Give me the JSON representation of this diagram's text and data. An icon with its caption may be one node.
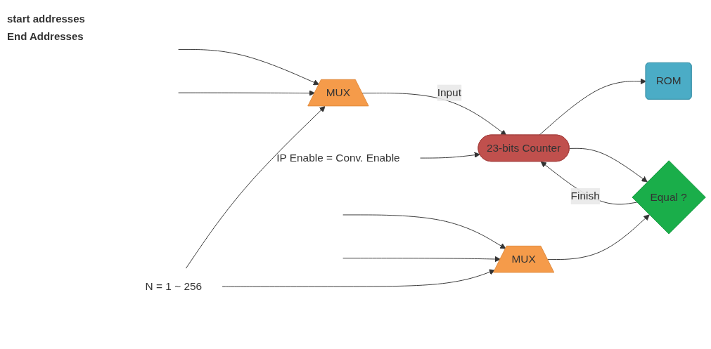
{
  "diagram": {
    "nodes": [
      {
        "text": [
          "MUX"
        ]
      },
      {
        "text": [
          "IP Enable = Conv. Enable"
        ]
      },
      {
        "text": [
          "23-bits Counter"
        ]
      },
      {
        "text": [
          "ROM"
        ]
      },
      {
        "text": [
          "Equal ?"
        ]
      },
      {
        "text": [
          "MUX"
        ]
      },
      {
        "text": [
          "N = 1 ~ 256"
        ]
      }
    ],
    "edges": [
      {
        "from": null,
        "to": 0,
        "arrow": "to"
      },
      {
        "from": null,
        "to": 0,
        "arrow": "to"
      },
      {
        "from": 0,
        "to": 2,
        "label": "Input",
        "arrow": "to"
      },
      {
        "from": 1,
        "to": 2,
        "arrow": "to"
      },
      {
        "from": 2,
        "to": 3,
        "arrow": "to"
      },
      {
        "from": 2,
        "to": 4,
        "arrow": "to"
      },
      {
        "from": 4,
        "to": 2,
        "label": "Finish",
        "arrow": "to"
      },
      {
        "from": 5,
        "to": 4,
        "arrow": "to"
      },
      {
        "from": 6,
        "to": 0,
        "arrow": "to"
      },
      {
        "from": 6,
        "to": 5,
        "arrow": "to"
      },
      {
        "from": null,
        "to": 5,
        "arrow": "to"
      },
      {
        "from": null,
        "to": 5,
        "arrow": "to"
      }
    ],
    "labels": [
      "start addresses",
      "End Addresses"
    ]
  }
}
